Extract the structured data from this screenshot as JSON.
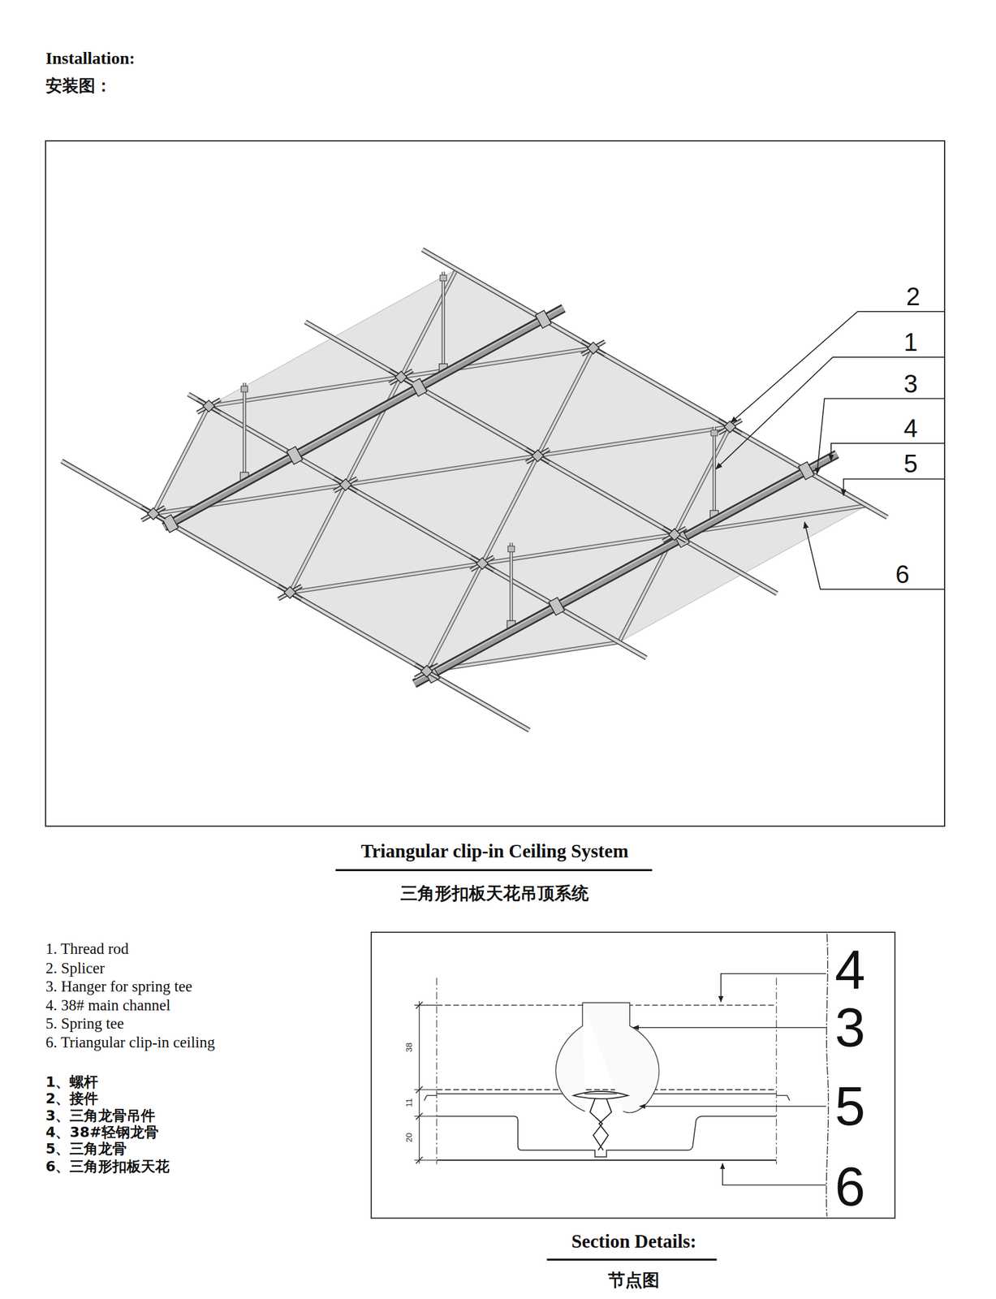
{
  "diagram": {
    "title": "Installation:",
    "caption": "Triangular clip-in Ceiling System",
    "labels": [
      "安装图：",
      "2",
      "1",
      "3",
      "4",
      "5",
      "6",
      "三角形扣板天花吊顶系统",
      "1. Thread rod",
      "2. Splicer",
      "3. Hanger for spring tee",
      "4. 38# main channel",
      "5. Spring tee",
      "6. Triangular clip-in ceiling",
      "1、螺杆",
      "2、接件",
      "3、三角龙骨吊件",
      "4、38#轻钢龙骨",
      "5、三角龙骨",
      "6、三角形扣板天花",
      "38",
      "11",
      "20",
      "4",
      "3",
      "5",
      "6",
      "Section Details:",
      "节点图"
    ]
  }
}
